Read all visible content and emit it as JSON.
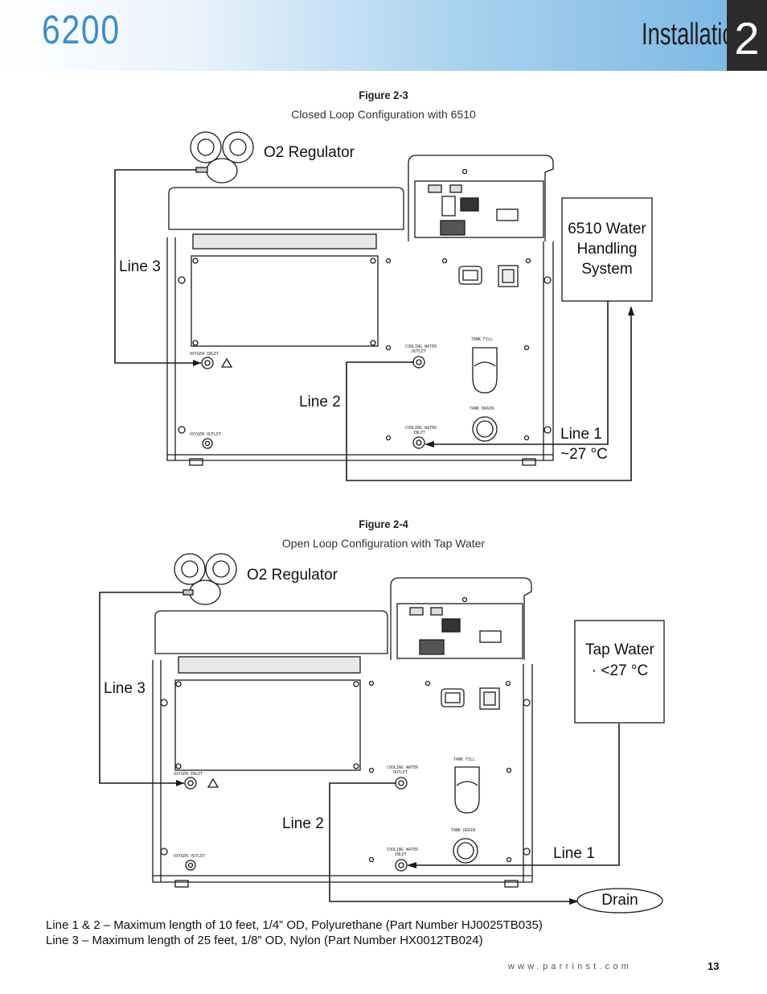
{
  "header": {
    "model": "6200",
    "section_title": "Installation",
    "chapter_number": "2"
  },
  "figure_3": {
    "label": "Figure 2-3",
    "caption": "Closed Loop Configuration with 6510",
    "regulator_label": "O2 Regulator",
    "line3_label": "Line 3",
    "line2_label": "Line 2",
    "line1_label": "Line 1",
    "line1_temp": "~27 °C",
    "water_box_line1": "6510 Water",
    "water_box_line2": "Handling",
    "water_box_line3": "System",
    "panel_labels": {
      "oxygen_inlet": "OXYGEN INLET",
      "oxygen_outlet": "OXYGEN OUTLET",
      "cooling_outlet_1": "COOLING WATER",
      "cooling_outlet_2": "OUTLET",
      "cooling_inlet_1": "COOLING WATER",
      "cooling_inlet_2": "INLET",
      "tank_fill": "TANK FILL",
      "tank_drain": "TANK DRAIN"
    }
  },
  "figure_4": {
    "label": "Figure 2-4",
    "caption": "Open Loop Configuration with Tap Water",
    "regulator_label": "O2 Regulator",
    "line3_label": "Line 3",
    "line2_label": "Line 2",
    "line1_label": "Line 1",
    "water_box_line1": "Tap Water",
    "water_box_line2": "· <27 °C",
    "drain_label": "Drain",
    "panel_labels": {
      "oxygen_inlet": "OXYGEN INLET",
      "oxygen_outlet": "OXYGEN OUTLET",
      "cooling_outlet_1": "COOLING WATER",
      "cooling_outlet_2": "OUTLET",
      "cooling_inlet_1": "COOLING WATER",
      "cooling_inlet_2": "INLET",
      "tank_fill": "TANK FILL",
      "tank_drain": "TANK DRAIN"
    }
  },
  "notes": {
    "line12": "Line 1 & 2 – Maximum length of 10 feet, 1/4” OD, Polyurethane (Part Number HJ0025TB035)",
    "line3": "Line 3  – Maximum length of 25 feet, 1/8” OD, Nylon (Part Number HX0012TB024)"
  },
  "footer": {
    "website": "www.parrinst.com",
    "page_number": "13"
  }
}
